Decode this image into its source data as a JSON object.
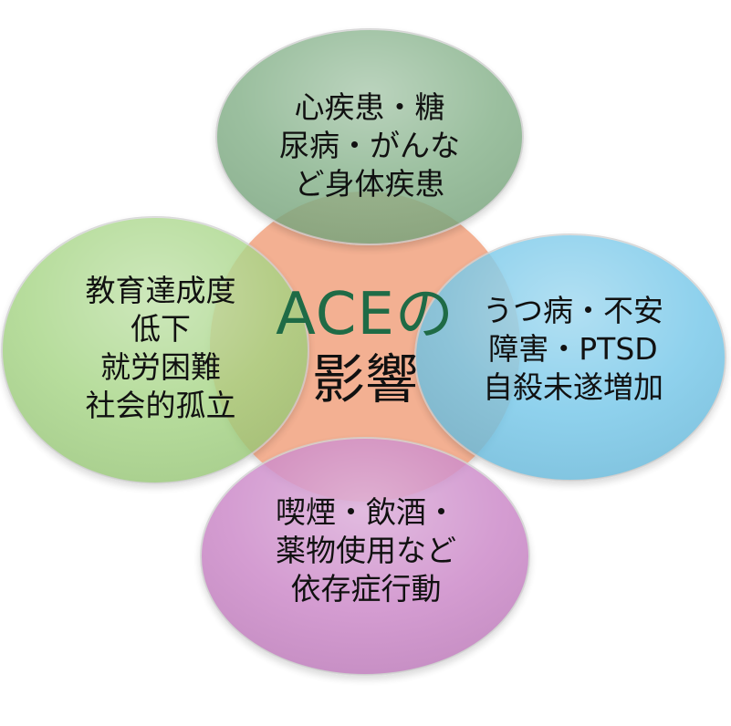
{
  "center": {
    "line1": "ACEの",
    "line2": "影響",
    "title_color": "#1f6b46"
  },
  "circles": [
    {
      "id": "top",
      "lines": [
        "心疾患・糖",
        "尿病・がんな",
        "ど身体疾患"
      ],
      "color": "#7fae84"
    },
    {
      "id": "left",
      "lines": [
        "教育達成度",
        "低下",
        "就労困難",
        "社会的孤立"
      ],
      "color": "#9ed27a"
    },
    {
      "id": "right",
      "lines": [
        "うつ病・不安",
        "障害・PTSD",
        "自殺未遂増加"
      ],
      "color": "#6cc4e8"
    },
    {
      "id": "bottom",
      "lines": [
        "喫煙・飲酒・",
        "薬物使用など",
        "依存症行動"
      ],
      "color": "#c77ec4"
    }
  ],
  "colors": {
    "center_fill": "#f2a380",
    "outline": "#cfcfcf"
  }
}
